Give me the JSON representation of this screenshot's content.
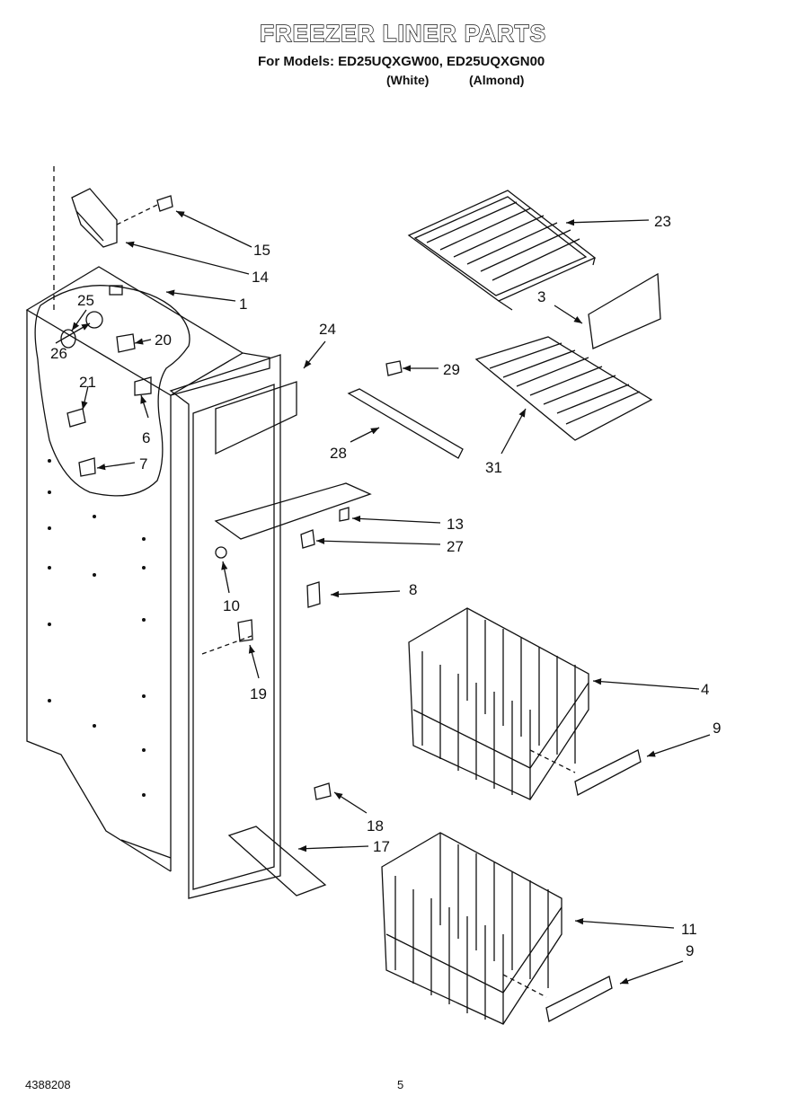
{
  "header": {
    "title": "FREEZER LINER PARTS",
    "models_line": "For Models: ED25UQXGW00, ED25UQXGN00",
    "variant_white": "(White)",
    "variant_almond": "(Almond)"
  },
  "callouts": {
    "c1": "1",
    "c3": "3",
    "c4": "4",
    "c6": "6",
    "c7": "7",
    "c8": "8",
    "c9a": "9",
    "c9b": "9",
    "c10": "10",
    "c11": "11",
    "c13": "13",
    "c14": "14",
    "c15": "15",
    "c17": "17",
    "c18": "18",
    "c19": "19",
    "c20": "20",
    "c21": "21",
    "c23": "23",
    "c24": "24",
    "c25": "25",
    "c26": "26",
    "c27": "27",
    "c28": "28",
    "c29": "29",
    "c31": "31"
  },
  "footer": {
    "doc_number": "4388208",
    "page_number": "5"
  }
}
